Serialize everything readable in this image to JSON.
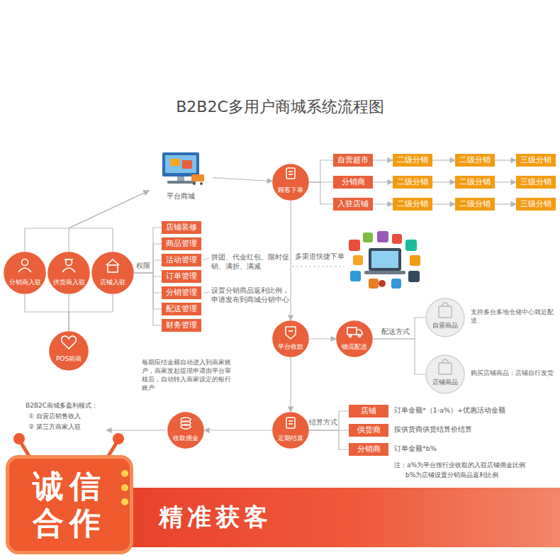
{
  "diagram": {
    "title": "B2B2C多用户商城系统流程图",
    "nodes": [
      {
        "text": [
          "平台商城"
        ]
      },
      {
        "text": [
          "顾客下单"
        ]
      },
      {
        "text": [
          "自营超市"
        ]
      },
      {
        "text": [
          "分销商"
        ]
      },
      {
        "text": [
          "入驻店铺"
        ]
      },
      {
        "text": [
          "二级分销"
        ]
      },
      {
        "text": [
          "二级分销"
        ]
      },
      {
        "text": [
          "三级分销"
        ]
      },
      {
        "text": [
          "二级分销"
        ]
      },
      {
        "text": [
          "二级分销"
        ]
      },
      {
        "text": [
          "三级分销"
        ]
      },
      {
        "text": [
          "二级分销"
        ]
      },
      {
        "text": [
          "二级分销"
        ]
      },
      {
        "text": [
          "三级分销"
        ]
      },
      {
        "text": [
          "分销商入驻"
        ]
      },
      {
        "text": [
          "供货商入驻"
        ]
      },
      {
        "text": [
          "店铺入驻"
        ]
      },
      {
        "text": [
          "店铺装修"
        ]
      },
      {
        "text": [
          "商品管理"
        ]
      },
      {
        "text": [
          "活动管理"
        ]
      },
      {
        "text": [
          "订单管理"
        ]
      },
      {
        "text": [
          "分销管理"
        ]
      },
      {
        "text": [
          "配送管理"
        ]
      },
      {
        "text": [
          "财务管理"
        ]
      },
      {
        "text": [
          "POS前商"
        ]
      },
      {
        "text": [
          "平台收款"
        ]
      },
      {
        "text": [
          "物流配送"
        ]
      },
      {
        "text": [
          "自营商品"
        ]
      },
      {
        "text": [
          "店铺商品"
        ]
      },
      {
        "text": [
          "定期结算"
        ]
      },
      {
        "text": [
          "收取佣金"
        ]
      },
      {
        "text": [
          "店铺"
        ]
      },
      {
        "text": [
          "供货商"
        ]
      },
      {
        "text": [
          "分销商"
        ]
      },
      {
        "text": [
          "精准获客"
        ]
      },
      {
        "text": [
          "诚信",
          "合作"
        ]
      }
    ],
    "edges": [
      {
        "from": 0,
        "to": 1,
        "arrow": "to"
      },
      {
        "from": 1,
        "to": 2,
        "arrow": "none"
      },
      {
        "from": 1,
        "to": 3,
        "arrow": "none"
      },
      {
        "from": 1,
        "to": 4,
        "arrow": "none"
      },
      {
        "from": 2,
        "to": 5,
        "arrow": "to"
      },
      {
        "from": 5,
        "to": 6,
        "arrow": "to"
      },
      {
        "from": 6,
        "to": 7,
        "arrow": "to"
      },
      {
        "from": 3,
        "to": 8,
        "arrow": "to"
      },
      {
        "from": 8,
        "to": 9,
        "arrow": "to"
      },
      {
        "from": 9,
        "to": 10,
        "arrow": "to"
      },
      {
        "from": 4,
        "to": 11,
        "arrow": "to"
      },
      {
        "from": 11,
        "to": 12,
        "arrow": "to"
      },
      {
        "from": 12,
        "to": 13,
        "arrow": "to"
      },
      {
        "from": 14,
        "to": 0,
        "arrow": "to"
      },
      {
        "from": 15,
        "to": 0,
        "arrow": "to"
      },
      {
        "from": 16,
        "to": 0,
        "arrow": "to"
      },
      {
        "from": 14,
        "to": 24,
        "arrow": "none"
      },
      {
        "from": 15,
        "to": 24,
        "arrow": "none"
      },
      {
        "from": 16,
        "to": 24,
        "arrow": "none"
      },
      {
        "from": 16,
        "to": 17,
        "arrow": "none"
      },
      {
        "from": 16,
        "to": 18,
        "arrow": "none"
      },
      {
        "from": 16,
        "to": 19,
        "arrow": "none"
      },
      {
        "from": 16,
        "to": 20,
        "arrow": "none"
      },
      {
        "from": 16,
        "to": 21,
        "arrow": "none"
      },
      {
        "from": 16,
        "to": 22,
        "arrow": "none"
      },
      {
        "from": 16,
        "to": 23,
        "arrow": "none"
      },
      {
        "from": 1,
        "to": 25,
        "arrow": "to"
      },
      {
        "from": 25,
        "to": 26,
        "arrow": "to"
      },
      {
        "from": 26,
        "to": 27,
        "arrow": "none"
      },
      {
        "from": 26,
        "to": 28,
        "arrow": "none"
      },
      {
        "from": 25,
        "to": 29,
        "arrow": "to"
      },
      {
        "from": 29,
        "to": 31,
        "arrow": "none"
      },
      {
        "from": 29,
        "to": 32,
        "arrow": "none"
      },
      {
        "from": 29,
        "to": 33,
        "arrow": "none"
      },
      {
        "from": 29,
        "to": 30,
        "arrow": "to"
      }
    ],
    "labels": [
      "权限",
      "拼团、代金红包、限时促销、满折、满减",
      "设置分销商品返利比例，申请发布到商城分销中心",
      "多渠道快捷下单",
      "配送方式",
      "支持多台多地仓储中心就近配送",
      "购买店铺商品：店铺自行发货",
      "每期应结金额自动进入到商家账户，商家发起提现申请由平台审核后，自动转入商家设定的银行账户",
      "B2B2C商城多盈利模式：",
      "① 自营店销售收入",
      "② 第三方商家入驻",
      "结算方式",
      "订单金额*（1-a%）+优惠活动金额",
      "按供货商供货结算价结算",
      "订单金额*b%",
      "注：a%为平台按行业收取的入驻店铺佣金比例",
      "b%为店铺设置分销商品返利比例"
    ]
  }
}
